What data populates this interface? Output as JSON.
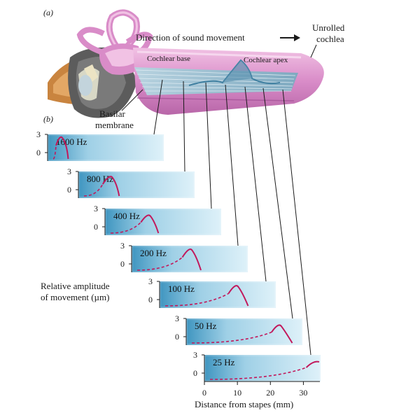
{
  "panel_a": {
    "tag": "(a)",
    "direction_label": "Direction of sound movement",
    "unrolled_label_1": "Unrolled",
    "unrolled_label_2": "cochlea",
    "base_label": "Cochlear base",
    "apex_label": "Cochlear apex"
  },
  "panel_b": {
    "tag": "(b)",
    "basilar_label_1": "Basilar",
    "basilar_label_2": "membrane",
    "ylabel_1": "Relative amplitude",
    "ylabel_2": "of movement (µm)",
    "xlabel": "Distance from stapes (mm)",
    "y_ticks": [
      "3",
      "0"
    ],
    "x_ticks": [
      "0",
      "10",
      "20",
      "30"
    ]
  },
  "colors": {
    "panel_light": "#d9eef7",
    "panel_dark": "#3f95c0",
    "curve": "#c2185b",
    "cochlea": "#d98cc8",
    "membrane": "#8fb8cc"
  },
  "chart_data": {
    "type": "line",
    "xlabel": "Distance from stapes (mm)",
    "ylabel": "Relative amplitude of movement (µm)",
    "xlim": [
      0,
      35
    ],
    "ylim": [
      0,
      3
    ],
    "series": [
      {
        "name": "1600 Hz",
        "peak_x": 3.7,
        "peak_y": 2.6
      },
      {
        "name": "800 Hz",
        "peak_x": 9.5,
        "peak_y": 2.3
      },
      {
        "name": "400 Hz",
        "peak_x": 13.0,
        "peak_y": 2.1
      },
      {
        "name": "200 Hz",
        "peak_x": 17.5,
        "peak_y": 2.5
      },
      {
        "name": "100 Hz",
        "peak_x": 23.0,
        "peak_y": 2.4
      },
      {
        "name": "50 Hz",
        "peak_x": 28.0,
        "peak_y": 2.1
      },
      {
        "name": "25 Hz",
        "peak_x": 33.0,
        "peak_y": 2.3
      }
    ]
  }
}
